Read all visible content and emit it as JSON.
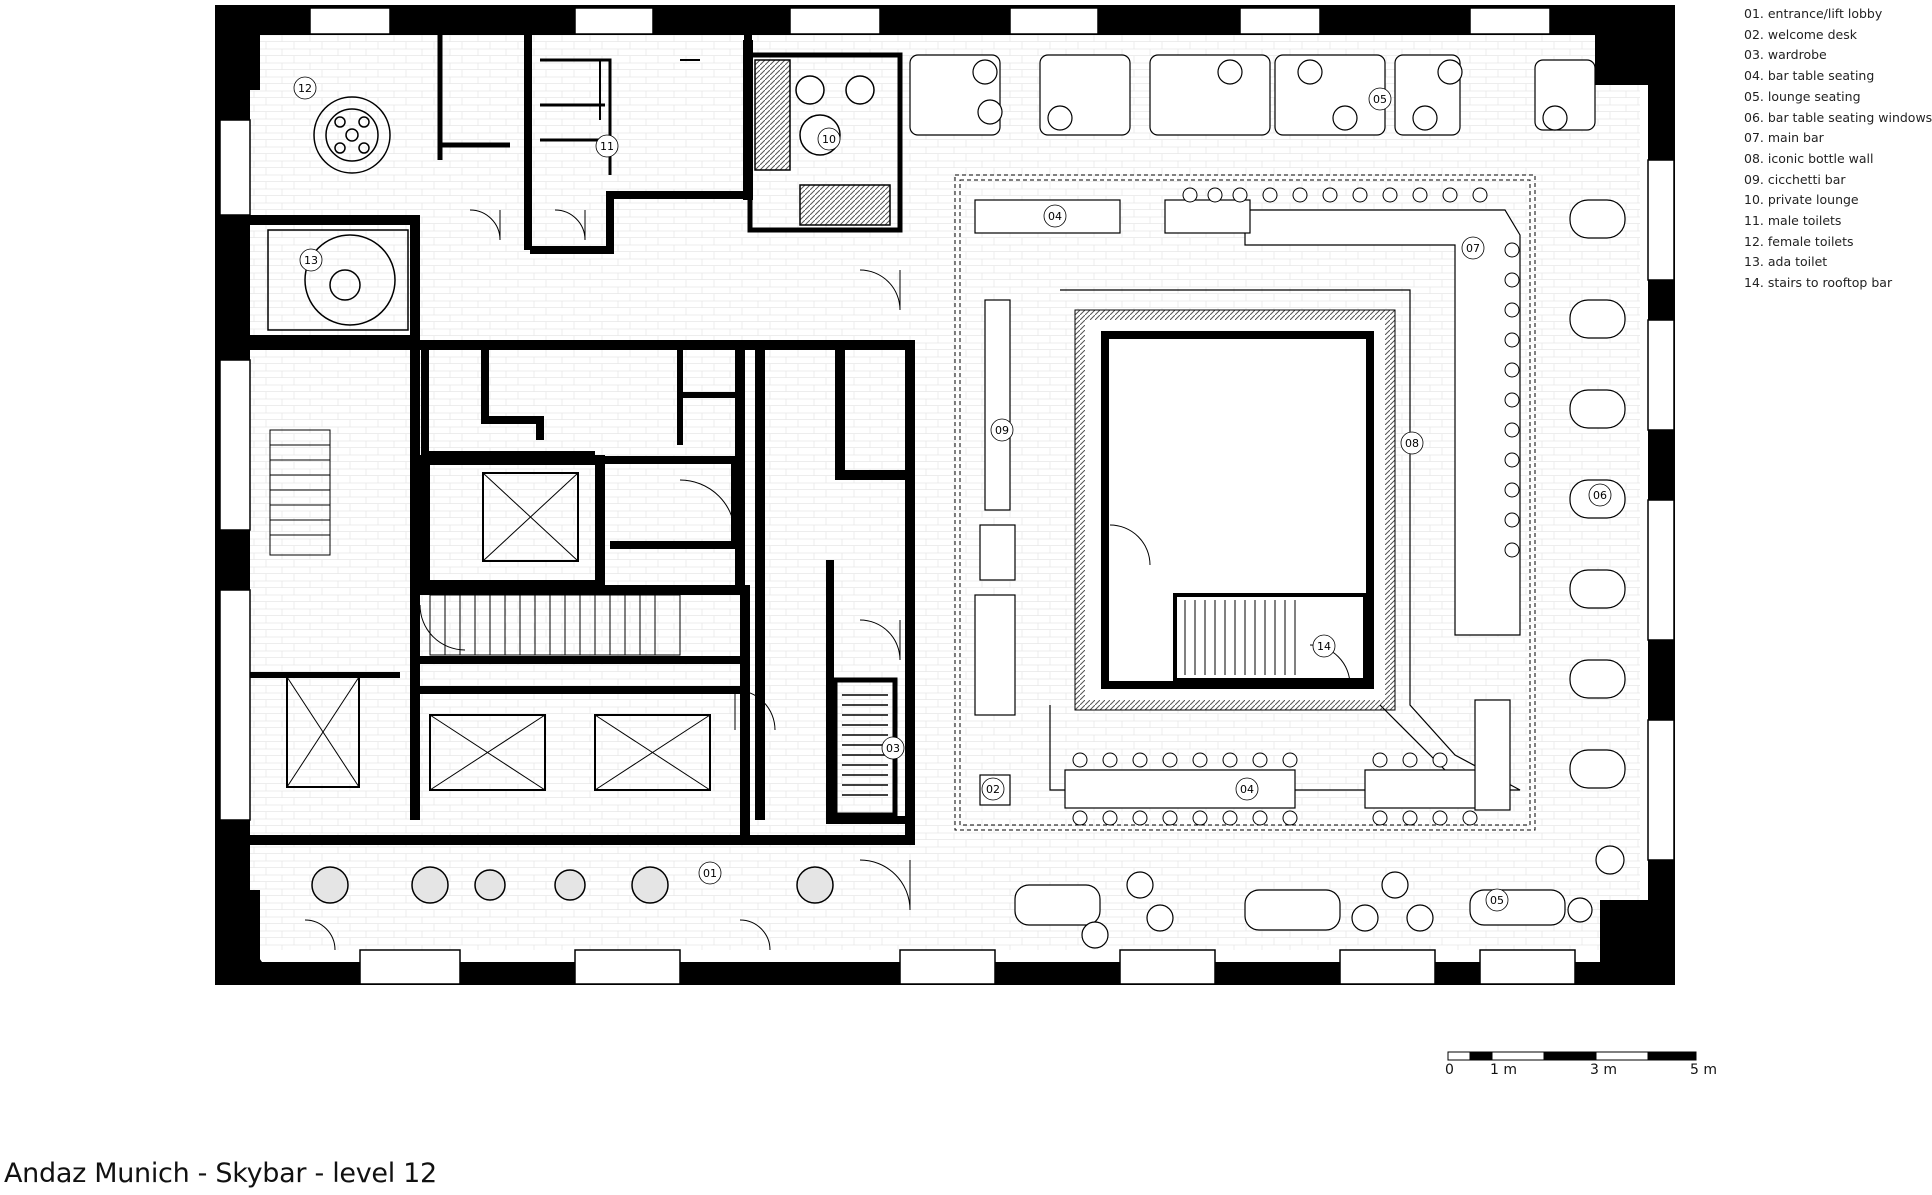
{
  "title": "Andaz Munich - Skybar - level 12",
  "legend": [
    "01. entrance/lift lobby",
    "02. welcome desk",
    "03. wardrobe",
    "04. bar table seating",
    "05. lounge seating",
    "06. bar table seating windows",
    "07. main bar",
    "08. iconic bottle wall",
    "09. cicchetti bar",
    "10. private lounge",
    "11. male toilets",
    "12. female toilets",
    "13. ada toilet",
    "14. stairs to rooftop bar"
  ],
  "room_tags": {
    "t01": "01",
    "t02": "02",
    "t03": "03",
    "t04a": "04",
    "t04b": "04",
    "t05a": "05",
    "t05b": "05",
    "t06": "06",
    "t07": "07",
    "t08": "08",
    "t09": "09",
    "t10": "10",
    "t11": "11",
    "t12": "12",
    "t13": "13",
    "t14": "14"
  },
  "scale_bar": {
    "labels": [
      "0",
      "1 m",
      "3 m",
      "5 m"
    ]
  }
}
